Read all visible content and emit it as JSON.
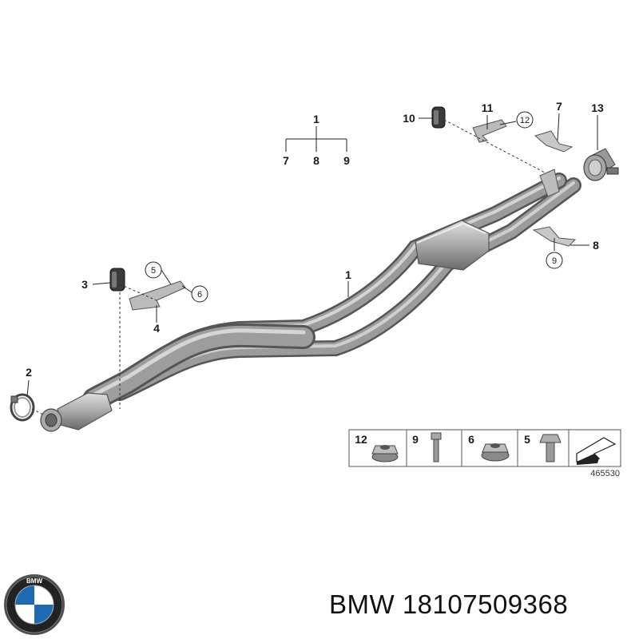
{
  "callouts": {
    "c1_top": "1",
    "c7_top": "7",
    "c8_top": "8",
    "c9_top": "9",
    "c10": "10",
    "c11": "11",
    "c12": "12",
    "c7_right": "7",
    "c13": "13",
    "c8_right": "8",
    "c9_right": "9",
    "c1_pipe": "1",
    "c3": "3",
    "c4": "4",
    "c5": "5",
    "c6": "6",
    "c2": "2"
  },
  "hardware_legend": {
    "items": [
      {
        "num": "12",
        "part": "flange-nut"
      },
      {
        "num": "9",
        "part": "bolt"
      },
      {
        "num": "6",
        "part": "flange-nut"
      },
      {
        "num": "5",
        "part": "hex-bolt"
      },
      {
        "num": "",
        "part": "arrow-direction"
      }
    ]
  },
  "diagram_ref": "465530",
  "footer": {
    "brand": "BMW",
    "part_number": "18107509368"
  },
  "colors": {
    "pipe": "#8c8c8c",
    "pipe_dark": "#5e5e5e",
    "pipe_light": "#c4c4c4",
    "text": "#111111"
  }
}
